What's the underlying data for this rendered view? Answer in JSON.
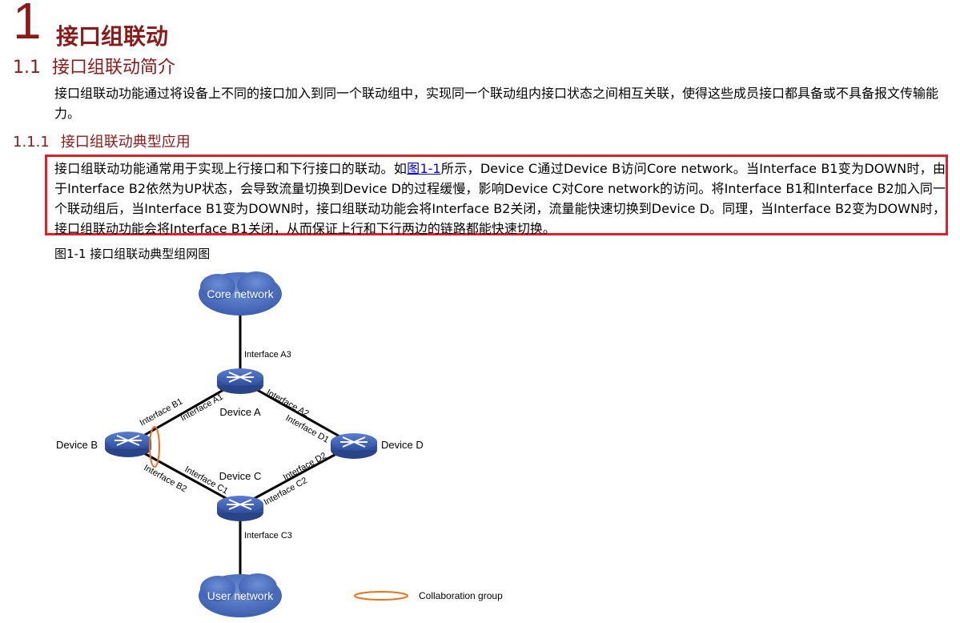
{
  "chapter": {
    "number": "1",
    "title": "接口组联动"
  },
  "section": {
    "number": "1.1",
    "title": "接口组联动简介"
  },
  "intro_paragraph": "接口组联动功能通过将设备上不同的接口加入到同一个联动组中，实现同一个联动组内接口状态之间相互关联，使得这些成员接口都具备或不具备报文传输能力。",
  "subsection": {
    "number": "1.1.1",
    "title": "接口组联动典型应用"
  },
  "app_paragraph": {
    "before_link": "接口组联动功能通常用于实现上行接口和下行接口的联动。如",
    "link": "图1-1",
    "after_link": "所示，Device C通过Device B访问Core network。当Interface B1变为DOWN时，由于Interface B2依然为UP状态，会导致流量切换到Device D的过程缓慢，影响Device C对Core network的访问。将Interface B1和Interface B2加入同一个联动组后，当Interface B1变为DOWN时，接口组联动功能会将Interface B2关闭，流量能快速切换到Device D。同理，当Interface B2变为DOWN时，接口组联动功能会将Interface B1关闭，从而保证上行和下行两边的链路都能快速切换。"
  },
  "figure": {
    "caption": "图1-1 接口组联动典型组网图",
    "clouds": {
      "core": "Core network",
      "user": "User network"
    },
    "devices": {
      "a": "Device A",
      "b": "Device B",
      "c": "Device C",
      "d": "Device D"
    },
    "interfaces": {
      "a1": "Interface A1",
      "a2": "Interface A2",
      "a3": "Interface A3",
      "b1": "Interface B1",
      "b2": "Interface B2",
      "c1": "Interface C1",
      "c2": "Interface C2",
      "c3": "Interface C3",
      "d1": "Interface D1",
      "d2": "Interface D2"
    },
    "legend": "Collaboration group",
    "colors": {
      "device": "#3d63b5",
      "ellipse": "#e8731f",
      "box": "#e0202a"
    }
  }
}
